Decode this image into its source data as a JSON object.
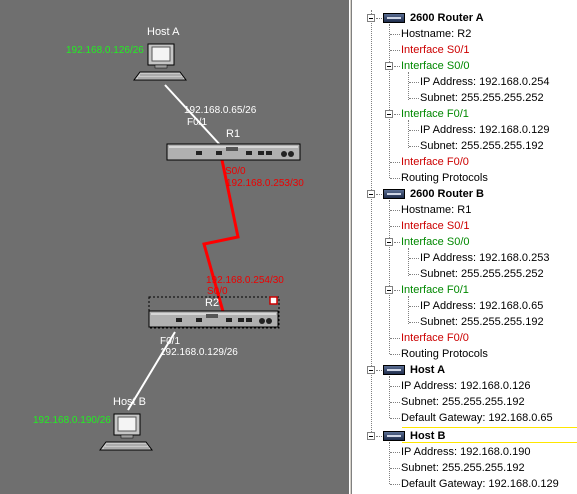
{
  "topology": {
    "hostA": {
      "name": "Host A",
      "ip_mask": "192.168.0.126/26"
    },
    "hostB": {
      "name": "Host B",
      "ip_mask": "192.168.0.190/26"
    },
    "r1": {
      "name": "R1",
      "f01_ip": "192.168.0.65/26",
      "f01_label": "F0/1",
      "s00_label": "S0/0",
      "s00_ip": "192.168.0.253/30"
    },
    "r2": {
      "name": "R2",
      "s00_ip": "192.168.0.254/30",
      "s00_label": "S0/0",
      "f01_label": "F0/1",
      "f01_ip": "192.168.0.129/26"
    }
  },
  "tree": {
    "routerA": {
      "title": "2600 Router A",
      "hostname": "Hostname: R2",
      "s01": "Interface S0/1",
      "s00": "Interface S0/0",
      "s00_ip": "IP Address: 192.168.0.254",
      "s00_subnet": "Subnet: 255.255.255.252",
      "f01": "Interface F0/1",
      "f01_ip": "IP Address: 192.168.0.129",
      "f01_subnet": "Subnet: 255.255.255.192",
      "f00": "Interface F0/0",
      "routing": "Routing Protocols"
    },
    "routerB": {
      "title": "2600 Router B",
      "hostname": "Hostname: R1",
      "s01": "Interface S0/1",
      "s00": "Interface S0/0",
      "s00_ip": "IP Address: 192.168.0.253",
      "s00_subnet": "Subnet: 255.255.255.252",
      "f01": "Interface F0/1",
      "f01_ip": "IP Address: 192.168.0.65",
      "f01_subnet": "Subnet: 255.255.255.192",
      "f00": "Interface F0/0",
      "routing": "Routing Protocols"
    },
    "hostA": {
      "title": "Host A",
      "ip": "IP Address: 192.168.0.126",
      "subnet": "Subnet: 255.255.255.192",
      "gateway": "Default Gateway: 192.168.0.65"
    },
    "hostB": {
      "title": "Host B",
      "ip": "IP Address: 192.168.0.190",
      "subnet": "Subnet: 255.255.255.192",
      "gateway": "Default Gateway: 192.168.0.129"
    }
  },
  "colors": {
    "canvas": "#6f6f6f",
    "serial_link": "#ff0000",
    "ip_green": "#22ee22",
    "iface_red": "#cc0000",
    "iface_green": "#008800",
    "selection": "#ffe600"
  }
}
